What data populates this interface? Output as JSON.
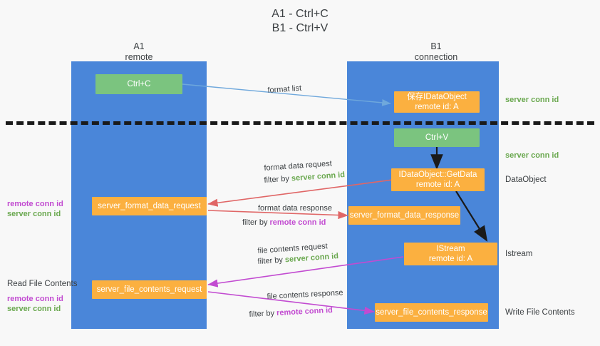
{
  "title": {
    "line1": "A1 - Ctrl+C",
    "line2": "B1 - Ctrl+V"
  },
  "columns": [
    {
      "id": "a1",
      "name": "A1",
      "role": "remote"
    },
    {
      "id": "b1",
      "name": "B1",
      "role": "connection"
    }
  ],
  "nodes": {
    "ctrl_c": {
      "line1": "Ctrl+C",
      "line2": ""
    },
    "save_idataobject": {
      "line1": "保存IDataObject",
      "line2": "remote id: A"
    },
    "ctrl_v": {
      "line1": "Ctrl+V",
      "line2": ""
    },
    "getdata": {
      "line1": "IDataObject::GetData",
      "line2": "remote id: A"
    },
    "fmt_data_request": {
      "line1": "server_format_data_request",
      "line2": ""
    },
    "fmt_data_response": {
      "line1": "server_format_data_response",
      "line2": ""
    },
    "istream": {
      "line1": "IStream",
      "line2": "remote id: A"
    },
    "file_req": {
      "line1": "server_file_contents_request",
      "line2": ""
    },
    "file_resp": {
      "line1": "server_file_contents_response",
      "line2": ""
    }
  },
  "edge_labels": {
    "format_list": "format list",
    "fmt_req_line1": "format data request",
    "fmt_req_filter_prefix": "filter by ",
    "fmt_req_filter_key": "server conn id",
    "fmt_resp_line1": "format data response",
    "fmt_resp_filter_prefix": "filter by ",
    "fmt_resp_filter_key": "remote conn id",
    "file_req_line1": "file contents request",
    "file_req_filter_prefix": "filter by ",
    "file_req_filter_key": "server conn id",
    "file_resp_line1": "file contents response",
    "file_resp_filter_prefix": "filter by ",
    "file_resp_filter_key": "remote conn id"
  },
  "annotations": {
    "right_server_conn_top": "server conn id",
    "right_server_conn_mid": "server conn id",
    "right_dataobject": "DataObject",
    "right_istream": "Istream",
    "right_write_file": "Write File Contents",
    "left_remote_conn_1": "remote conn id",
    "left_server_conn_1": "server conn id",
    "left_read_file": "Read File Contents",
    "left_remote_conn_2": "remote conn id",
    "left_server_conn_2": "server conn id"
  },
  "colors": {
    "band": "#4a86d9",
    "green_node": "#7bc47f",
    "orange_node": "#fbb040",
    "green_text": "#6aa84f",
    "purple_text": "#c24bd1",
    "arrow_light_blue": "#6fa8dc",
    "arrow_red": "#e06666",
    "arrow_purple": "#c24bd1",
    "arrow_black": "#1a1a1a",
    "divider": "#1a1a1a"
  }
}
